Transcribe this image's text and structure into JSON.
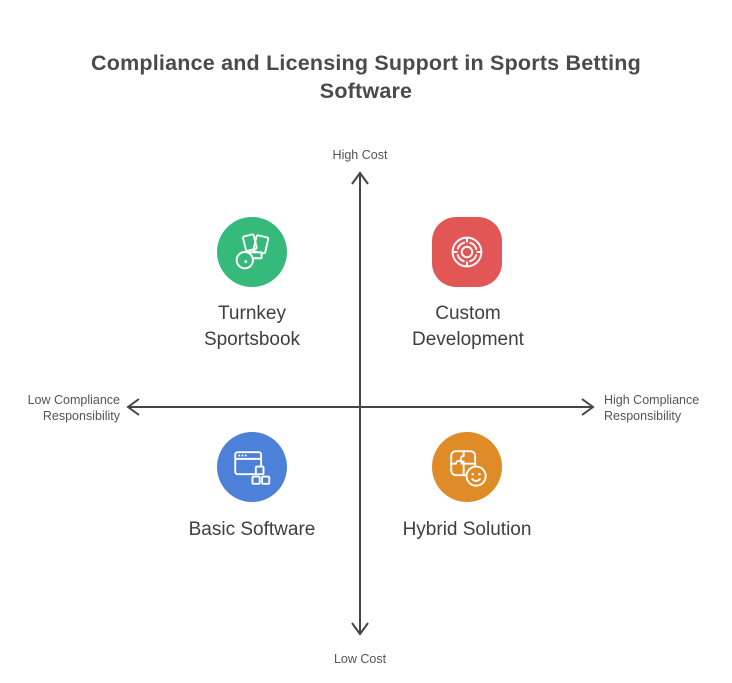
{
  "title_lines": [
    "Compliance and Licensing Support in Sports Betting",
    "Software"
  ],
  "title_full": "Compliance and Licensing Support in Sports Betting Software",
  "axes": {
    "vertical": {
      "top_label": "High Cost",
      "bottom_label": "Low Cost"
    },
    "horizontal": {
      "left_label": "Low Compliance Responsibility",
      "right_label": "High Compliance Responsibility"
    },
    "line_color": "#454545"
  },
  "quadrants": [
    {
      "label": "Turnkey Sportsbook",
      "position": "top-left",
      "icon": "whistle-and-cards-icon",
      "color": "#36ba7c"
    },
    {
      "label": "Custom Development",
      "position": "top-right",
      "icon": "circular-maze-icon",
      "color": "#e25756"
    },
    {
      "label": "Basic Software",
      "position": "bottom-left",
      "icon": "browser-modules-icon",
      "color": "#4d80d8"
    },
    {
      "label": "Hybrid Solution",
      "position": "bottom-right",
      "icon": "puzzle-smiley-icon",
      "color": "#df8b28"
    }
  ],
  "colors": {
    "background": "#ffffff",
    "title_text": "#4a4a4a",
    "quadrant_label_text": "#3f3f3f",
    "axis_label_text": "#545454",
    "axis_line": "#454545",
    "icon_line": "#ffffff"
  }
}
